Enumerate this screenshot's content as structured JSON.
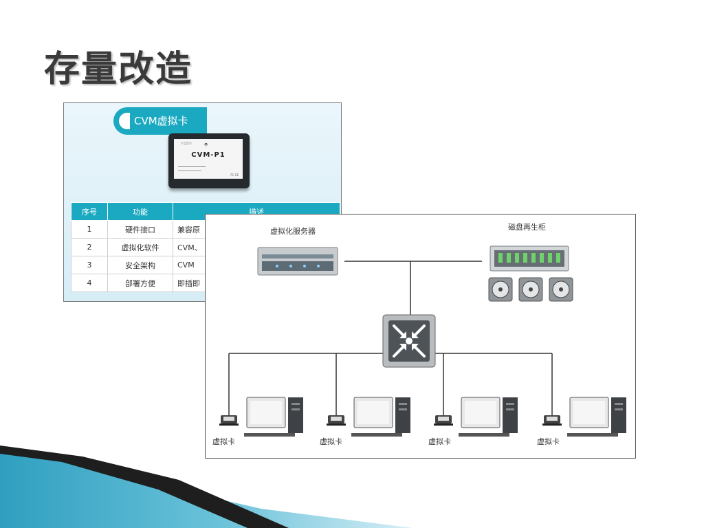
{
  "slide": {
    "title": "存量改造"
  },
  "card_panel": {
    "tag_label": "CVM虚拟卡",
    "device": {
      "model": "CVM-P1",
      "logo": "⬘",
      "caption": "产品型号",
      "ce": "FC CE"
    },
    "table": {
      "headers": [
        "序号",
        "功能",
        "描述"
      ],
      "rows": [
        [
          "1",
          "硬件接口",
          "兼容原"
        ],
        [
          "2",
          "虚拟化软件",
          "CVM、"
        ],
        [
          "3",
          "安全架构",
          "CVM"
        ],
        [
          "4",
          "部署方便",
          "即插即"
        ]
      ]
    }
  },
  "network": {
    "server_label": "虚拟化服务器",
    "storage_label": "磁盘再生柜",
    "client_labels": [
      "虚拟卡",
      "虚拟卡",
      "虚拟卡",
      "虚拟卡"
    ]
  },
  "colors": {
    "accent": "#1aa9c1",
    "footer_dark": "#1e1e1e",
    "footer_blue": "#2f9fc0"
  }
}
